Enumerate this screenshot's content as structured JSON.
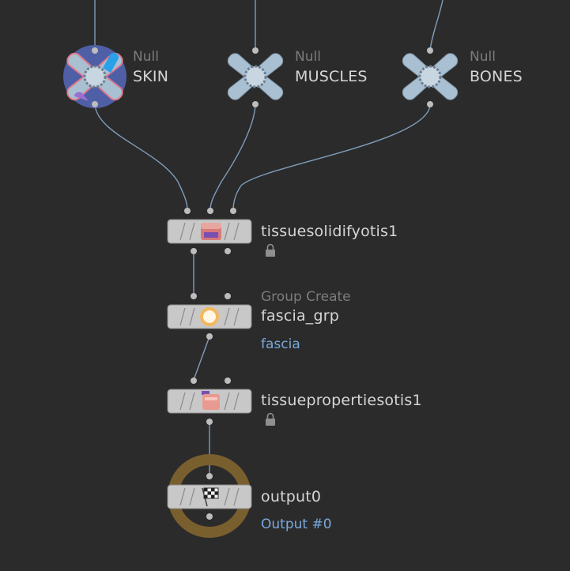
{
  "network": {
    "null_nodes": [
      {
        "type": "Null",
        "name": "SKIN"
      },
      {
        "type": "Null",
        "name": "MUSCLES"
      },
      {
        "type": "Null",
        "name": "BONES"
      }
    ],
    "tissue_solidify": {
      "name": "tissuesolidifyotis1",
      "icon": "lock-icon"
    },
    "group_create": {
      "type": "Group Create",
      "name": "fascia_grp",
      "comment": "fascia"
    },
    "tissue_properties": {
      "name": "tissuepropertiesotis1",
      "icon": "lock-icon"
    },
    "output": {
      "name": "output0",
      "comment": "Output #0"
    }
  },
  "colors": {
    "background": "#2b2b2b",
    "wire": "#7f9dbb",
    "null_shape": "#a9c0d2",
    "skin_ring": "#4f5fa6",
    "node_body": "#c8c8c8",
    "output_ring": "#7a5f2e",
    "comment": "#7aa9dc"
  }
}
